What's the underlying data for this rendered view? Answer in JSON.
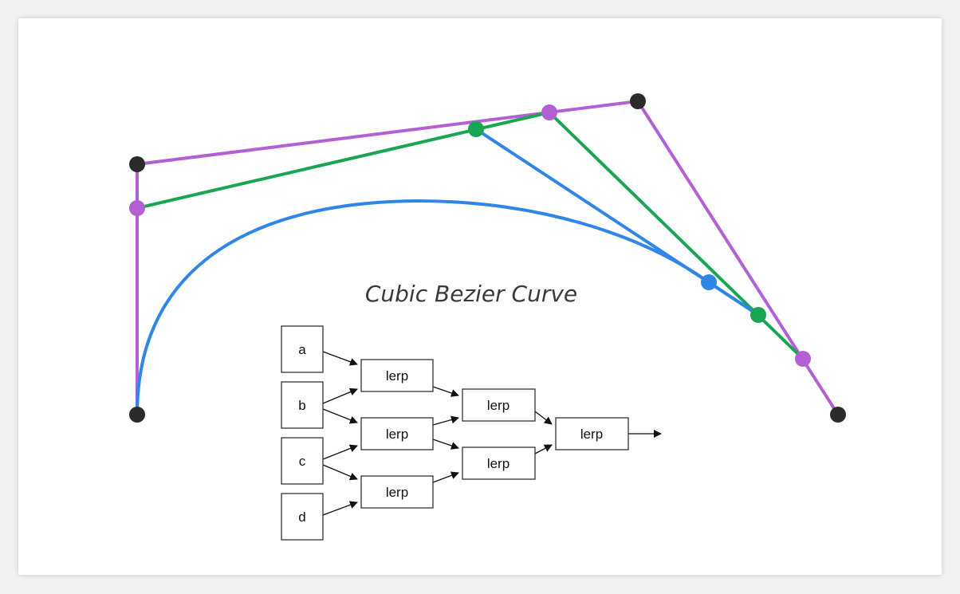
{
  "title": "Cubic Bezier Curve",
  "colors": {
    "control_polygon": "#b260d4",
    "second_level": "#1aa552",
    "third_level": "#2f86e6",
    "endpoint": "#2b2b2b",
    "box_border": "#333333",
    "arrow": "#111111"
  },
  "inputs": [
    "a",
    "b",
    "c",
    "d"
  ],
  "stage1": [
    "lerp",
    "lerp",
    "lerp"
  ],
  "stage2": [
    "lerp",
    "lerp"
  ],
  "stage3": [
    "lerp"
  ]
}
